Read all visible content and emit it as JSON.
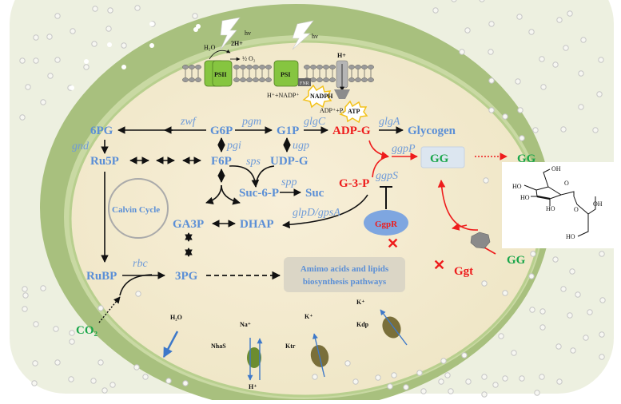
{
  "figure": {
    "title": "Glucosylglycerol (GG) synthesis and carbon metabolism in a cyanobacterial cell",
    "colors": {
      "metabolite": "#5b8fd6",
      "enzyme": "#6f9bd8",
      "red_pathway": "#ee1c1c",
      "gg_green": "#1aa64a",
      "outer_bg": "#edf0e0",
      "cell_wall": "#a8c07e",
      "cytoplasm": "#f5ecd4",
      "photosystem": "#86c540"
    }
  },
  "light": {
    "hv1": "hv",
    "hv2": "hv"
  },
  "thylakoid": {
    "h2o": "H₂O",
    "two_h": "2H+",
    "half_o2": "½ O₂",
    "psii": "PSII",
    "psi": "PSI",
    "fnr": "FNR",
    "h_plus": "H+",
    "nadp_in": "H⁺+NADP⁺",
    "nadph": "NADPH",
    "adp_in": "ADP⁺+Pᵢ",
    "atp": "ATP"
  },
  "metabolites": {
    "pg6": "6PG",
    "g6p": "G6P",
    "g1p": "G1P",
    "adpg": "ADP-G",
    "glycogen": "Glycogen",
    "ru5p": "Ru5P",
    "f6p": "F6P",
    "udpg": "UDP-G",
    "suc6p": "Suc-6-P",
    "suc": "Suc",
    "g3p": "G-3-P",
    "gg_in": "GG",
    "gg_out": "GG",
    "gg_import": "GG",
    "ga3p": "GA3P",
    "dhap": "DHAP",
    "rubp": "RuBP",
    "pg3": "3PG",
    "co2": "CO₂"
  },
  "enzymes": {
    "zwf": "zwf",
    "pgm": "pgm",
    "glgC": "glgC",
    "glgA": "glgA",
    "gnd": "gnd",
    "pgi": "pgi",
    "ugp": "ugp",
    "sps": "sps",
    "spp": "spp",
    "ggpP": "ggpP",
    "ggpS": "ggpS",
    "glpD_gpsA": "glpD/gpsA",
    "rbc": "rbc"
  },
  "regulators": {
    "ggpR": "GgpR",
    "ggt": "Ggt",
    "knockout_mark": "✕"
  },
  "calvin_cycle": "Calvin Cycle",
  "downstream_box": {
    "line1": "Amimo acids and lipids",
    "line2": "biosynthesis pathways"
  },
  "ions": {
    "h2o": "H₂O",
    "na": "Na⁺",
    "h": "H⁺",
    "nhaS": "NhaS",
    "k1": "K⁺",
    "ktr": "Ktr",
    "k2": "K⁺",
    "kdp": "Kdp"
  },
  "structure": {
    "oh_top": "OH",
    "ho_left1": "HO",
    "ho_left2": "HO",
    "ho_mid": "HO",
    "ring_o": "O",
    "glyc_o": "O",
    "oh_right": "OH",
    "ho_bottom": "HO"
  }
}
